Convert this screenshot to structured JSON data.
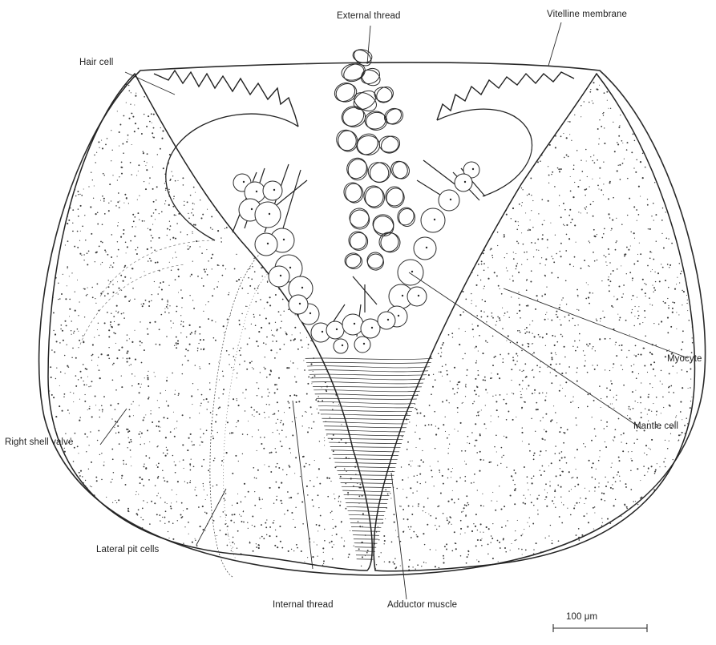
{
  "labels": {
    "external_thread": "External thread",
    "vitelline_membrane": "Vitelline membrane",
    "hair_cell": "Hair cell",
    "myocyte": "Myocyte",
    "mantle_cell": "Mantle cell",
    "right_shell_valve": "Right shell valve",
    "lateral_pit_cells": "Lateral pit cells",
    "internal_thread": "Internal thread",
    "adductor_muscle": "Adductor muscle"
  },
  "scale_bar": {
    "label": "100 μm"
  },
  "colors": {
    "ink": "#2a2a2a",
    "paper": "#ffffff",
    "stipple": "#3a3a3a"
  }
}
